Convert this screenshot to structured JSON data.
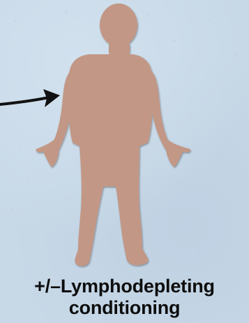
{
  "caption": {
    "line1": "+/–Lymphodepleting",
    "line2": "conditioning"
  },
  "colors": {
    "background": "#c7d8e7",
    "silhouette": "#c29785",
    "arrow": "#111111",
    "text": "#0d0d0d"
  },
  "icons": {
    "figure": "human-silhouette",
    "arrow": "right-arrow"
  }
}
